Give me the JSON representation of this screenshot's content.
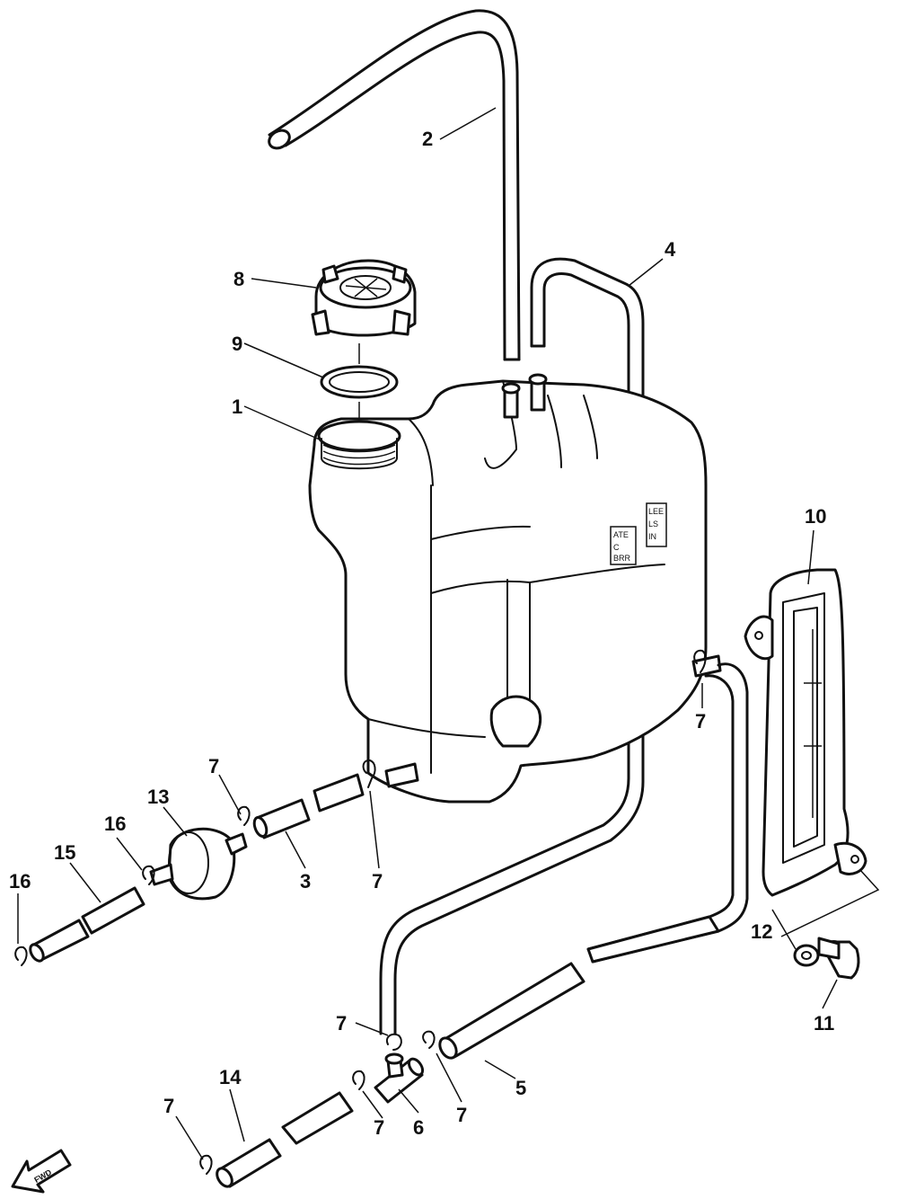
{
  "callouts": [
    {
      "id": "c1",
      "text": "1"
    },
    {
      "id": "c2",
      "text": "2"
    },
    {
      "id": "c3",
      "text": "3"
    },
    {
      "id": "c4",
      "text": "4"
    },
    {
      "id": "c5",
      "text": "5"
    },
    {
      "id": "c6",
      "text": "6"
    },
    {
      "id": "c7a",
      "text": "7"
    },
    {
      "id": "c7b",
      "text": "7"
    },
    {
      "id": "c7c",
      "text": "7"
    },
    {
      "id": "c7d",
      "text": "7"
    },
    {
      "id": "c7e",
      "text": "7"
    },
    {
      "id": "c7f",
      "text": "7"
    },
    {
      "id": "c7g",
      "text": "7"
    },
    {
      "id": "c8",
      "text": "8"
    },
    {
      "id": "c9",
      "text": "9"
    },
    {
      "id": "c10",
      "text": "10"
    },
    {
      "id": "c11",
      "text": "11"
    },
    {
      "id": "c12",
      "text": "12"
    },
    {
      "id": "c13",
      "text": "13"
    },
    {
      "id": "c14",
      "text": "14"
    },
    {
      "id": "c15",
      "text": "15"
    },
    {
      "id": "c16a",
      "text": "16"
    },
    {
      "id": "c16b",
      "text": "16"
    }
  ],
  "fwd_arrow": {
    "text": "FWD"
  },
  "icons": [
    "fwd-arrow-icon"
  ]
}
